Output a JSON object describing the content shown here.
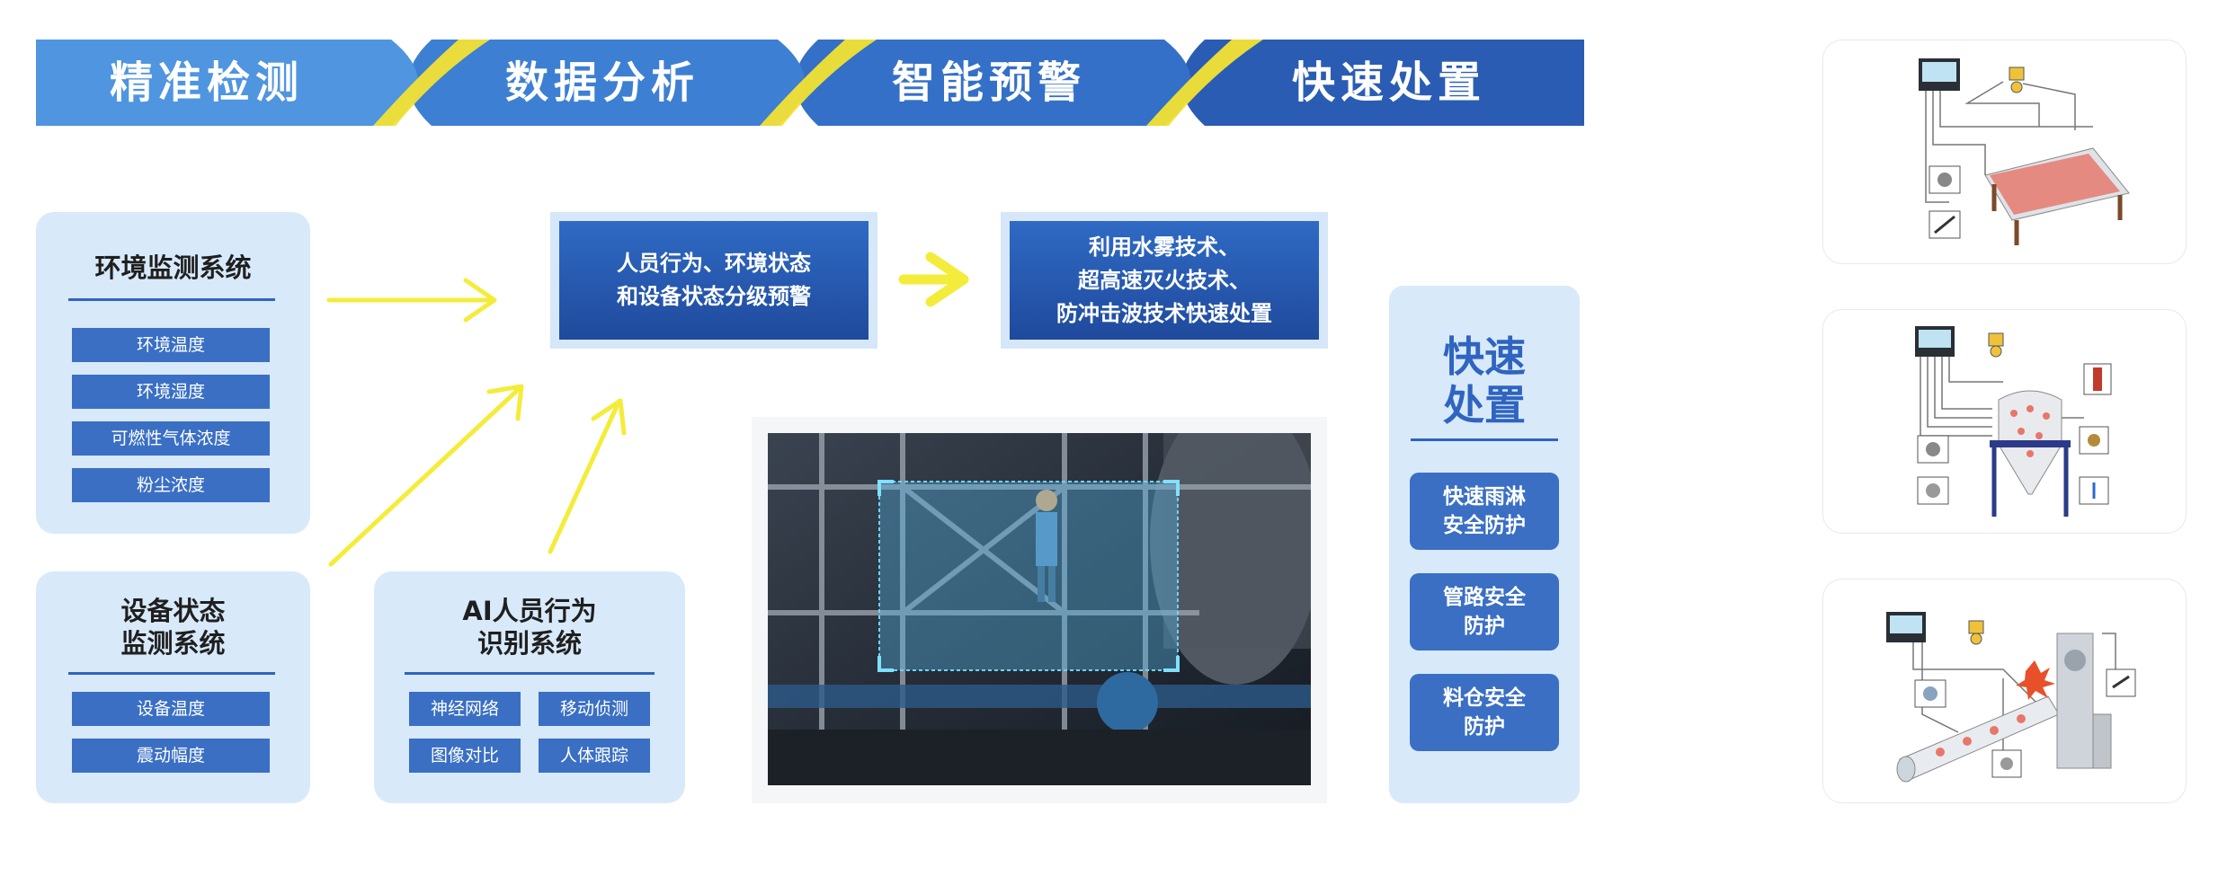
{
  "banner": {
    "stages": [
      "精准检测",
      "数据分析",
      "智能预警",
      "快速处置"
    ],
    "colors": [
      "#4f95e0",
      "#3d7fd3",
      "#3470c7",
      "#2a5cb3"
    ],
    "accent": "#f2e234"
  },
  "env_panel": {
    "title": "环境监测系统",
    "items": [
      "环境温度",
      "环境湿度",
      "可燃性气体浓度",
      "粉尘浓度"
    ]
  },
  "device_panel": {
    "title_lines": [
      "设备状态",
      "监测系统"
    ],
    "items": [
      "设备温度",
      "震动幅度"
    ]
  },
  "ai_panel": {
    "title_lines": [
      "AI人员行为",
      "识别系统"
    ],
    "items": [
      "神经网络",
      "移动侦测",
      "图像对比",
      "人体跟踪"
    ]
  },
  "warning_box": {
    "lines": [
      "人员行为、环境状态",
      "和设备状态分级预警"
    ]
  },
  "action_box": {
    "lines": [
      "利用水雾技术、",
      "超高速灭火技术、",
      "防冲击波技术快速处置"
    ]
  },
  "quick_panel": {
    "title_lines": [
      "快速",
      "处置"
    ],
    "buttons": [
      {
        "lines": [
          "快速雨淋",
          "安全防护"
        ]
      },
      {
        "lines": [
          "管路安全",
          "防护"
        ]
      },
      {
        "lines": [
          "料仓安全",
          "防护"
        ]
      }
    ]
  },
  "colors": {
    "panel_bg": "#d8e9fa",
    "tag_bg": "#3a6fc4",
    "title_blue": "#2f64c0",
    "arrow_yellow": "#f4ec3a"
  },
  "equipment_cards": [
    {
      "icon": "conveyor-sprinkler-diagram-icon"
    },
    {
      "icon": "silo-sprinkler-diagram-icon"
    },
    {
      "icon": "pipeline-protection-diagram-icon"
    }
  ]
}
